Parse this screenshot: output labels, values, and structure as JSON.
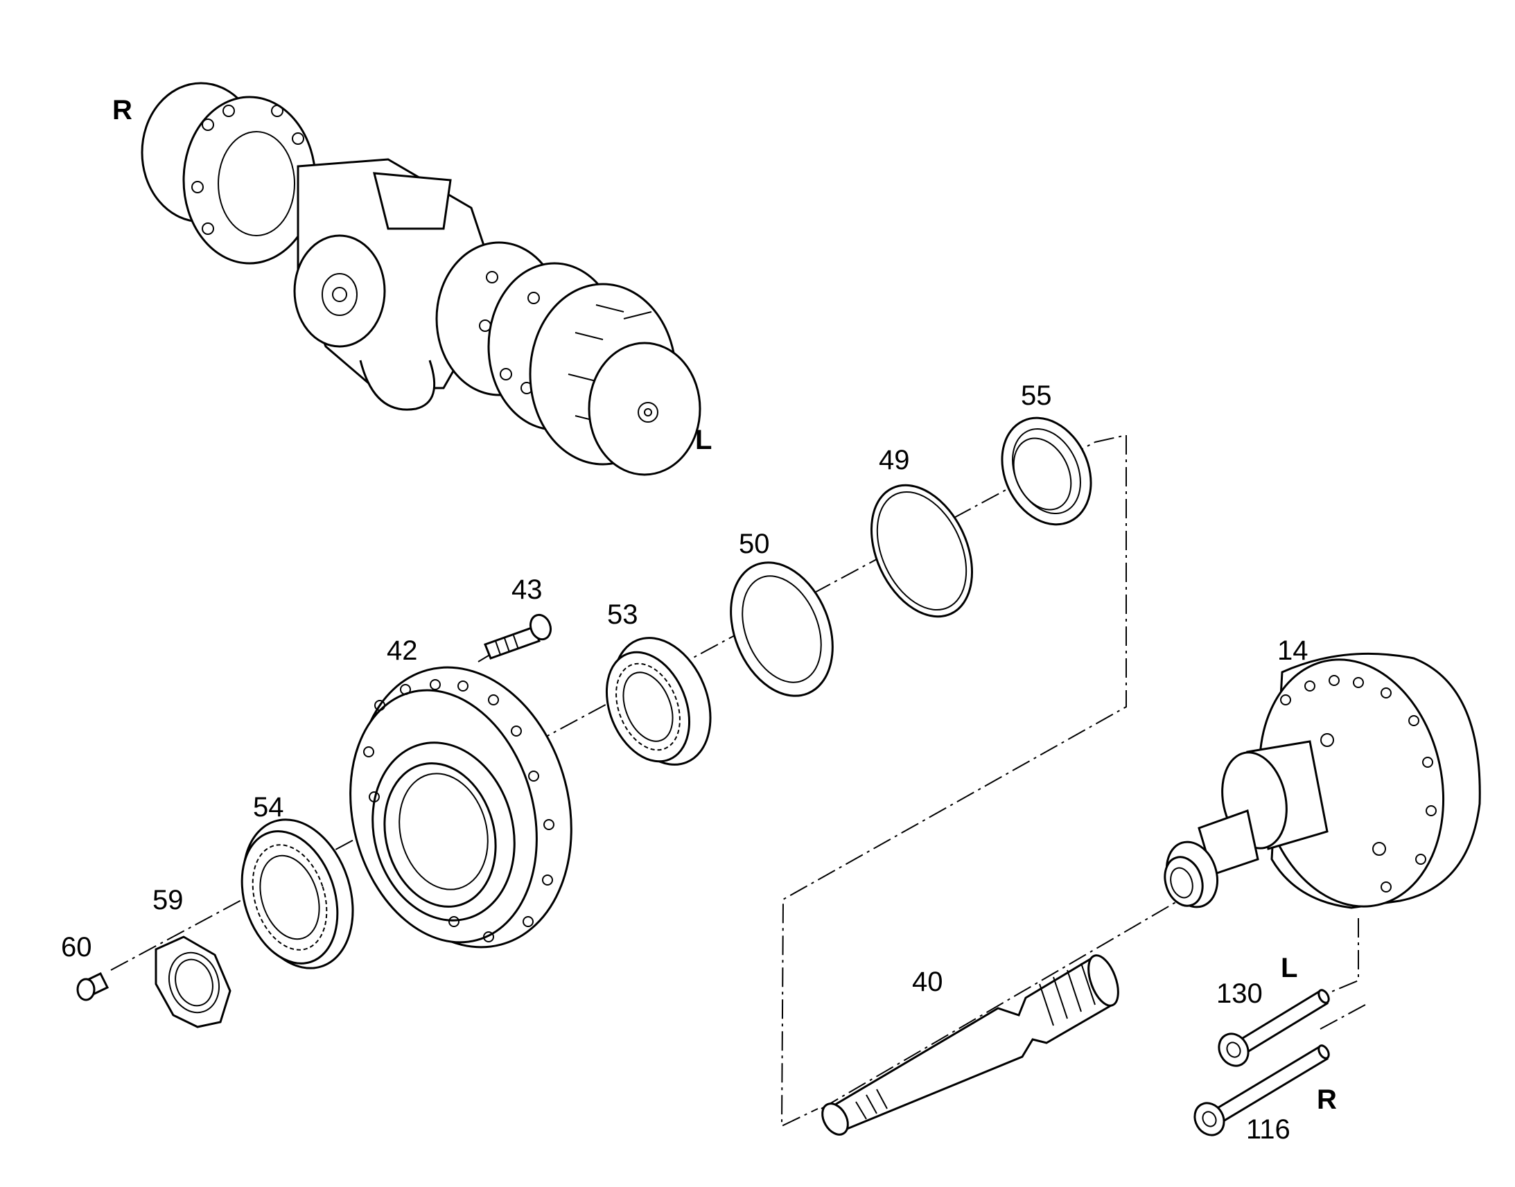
{
  "side_labels": {
    "assembly_right": "R",
    "assembly_left": "L",
    "screw_left": "L",
    "screw_right": "R"
  },
  "parts": {
    "p14": "14",
    "p40": "40",
    "p42": "42",
    "p43": "43",
    "p49": "49",
    "p50": "50",
    "p53": "53",
    "p54": "54",
    "p55": "55",
    "p59": "59",
    "p60": "60",
    "p116": "116",
    "p130": "130"
  }
}
